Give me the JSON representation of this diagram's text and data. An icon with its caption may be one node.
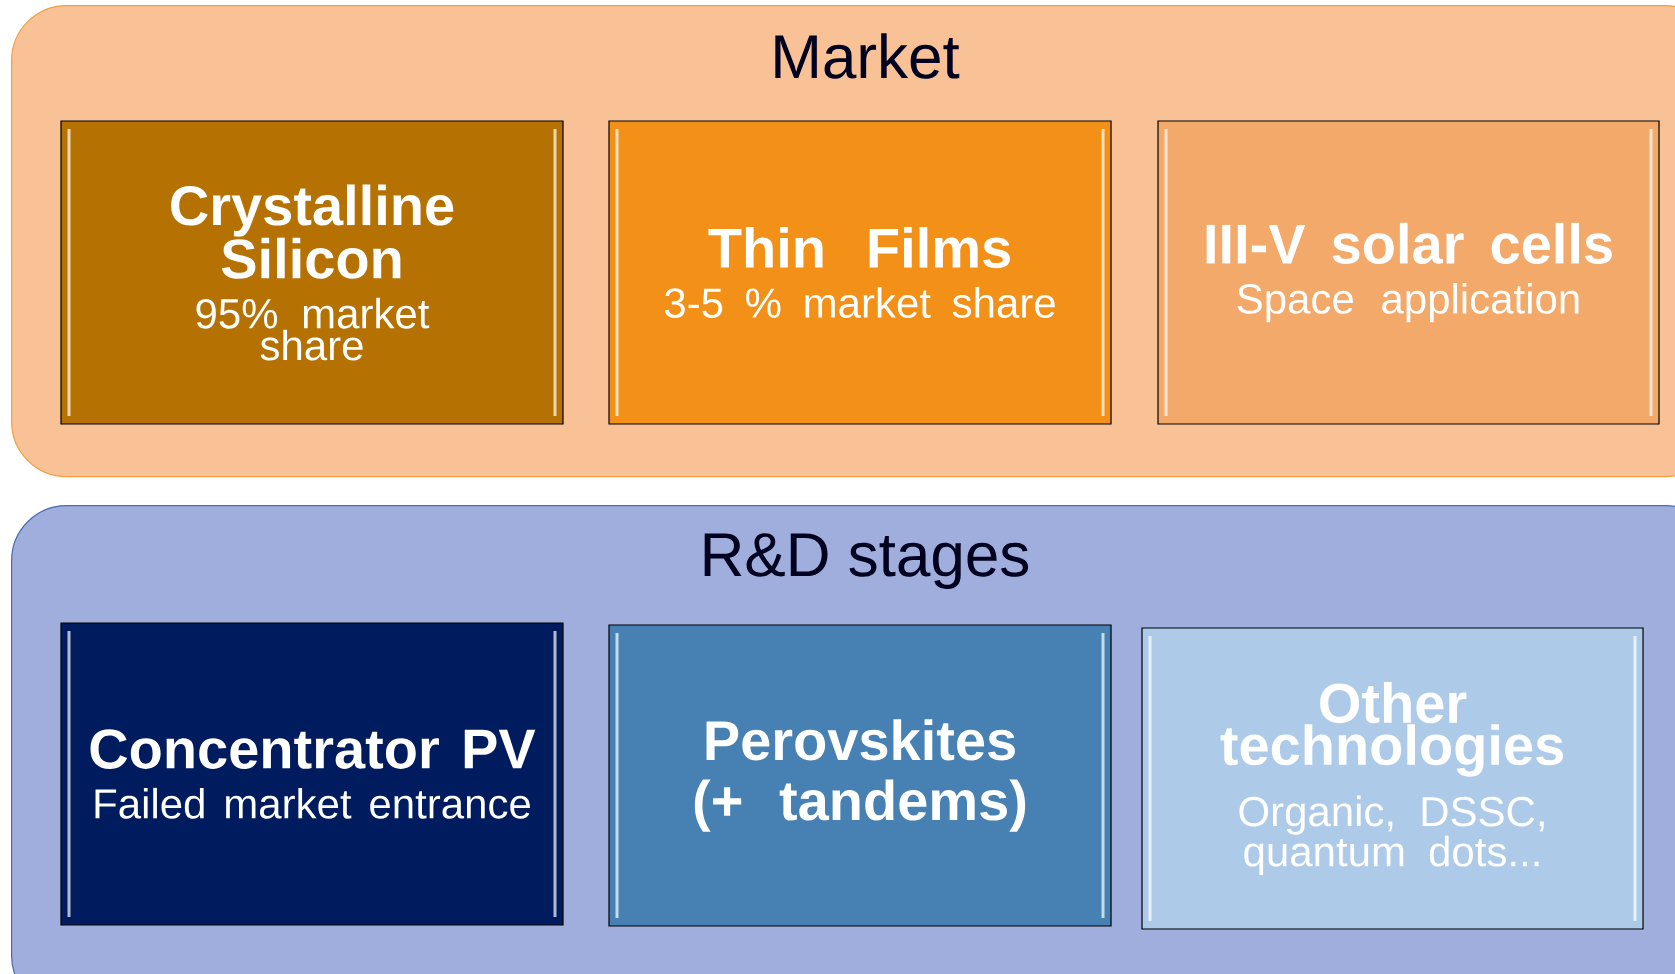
{
  "diagram": {
    "nodes": [
      {
        "text": [
          "Market"
        ]
      },
      {
        "text": [
          "Crystalline Silicon",
          "95% market share"
        ],
        "in": 0
      },
      {
        "text": [
          "Thin Films",
          "3-5 % market share"
        ],
        "in": 0
      },
      {
        "text": [
          "III-V solar cells",
          "Space application"
        ],
        "in": 0
      },
      {
        "text": [
          "R&D stages"
        ]
      },
      {
        "text": [
          "Concentrator PV",
          "Failed market entrance"
        ],
        "in": 4
      },
      {
        "text": [
          "Perovskites",
          "(+ tandems)"
        ],
        "in": 4
      },
      {
        "text": [
          "Other technologies",
          "Organic, DSSC, quantum dots..."
        ],
        "in": 4
      }
    ]
  }
}
